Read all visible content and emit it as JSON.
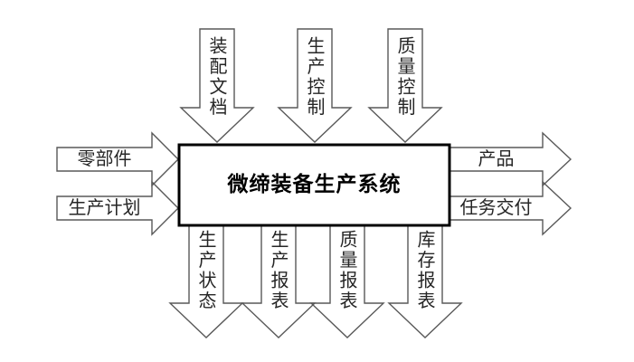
{
  "diagram": {
    "title": "微缔装备生产系统",
    "top_inputs": [
      {
        "label": "装配文档"
      },
      {
        "label": "生产控制"
      },
      {
        "label": "质量控制"
      }
    ],
    "left_inputs": [
      {
        "label": "零部件"
      },
      {
        "label": "生产计划"
      }
    ],
    "right_outputs": [
      {
        "label": "产品"
      },
      {
        "label": "任务交付"
      }
    ],
    "bottom_outputs": [
      {
        "label": "生产状态"
      },
      {
        "label": "生产报表"
      },
      {
        "label": "质量报表"
      },
      {
        "label": "库存报表"
      }
    ],
    "colors": {
      "arrow_outline": "#595959",
      "box_border": "#000000",
      "text": "#262626",
      "background": "#ffffff"
    }
  }
}
